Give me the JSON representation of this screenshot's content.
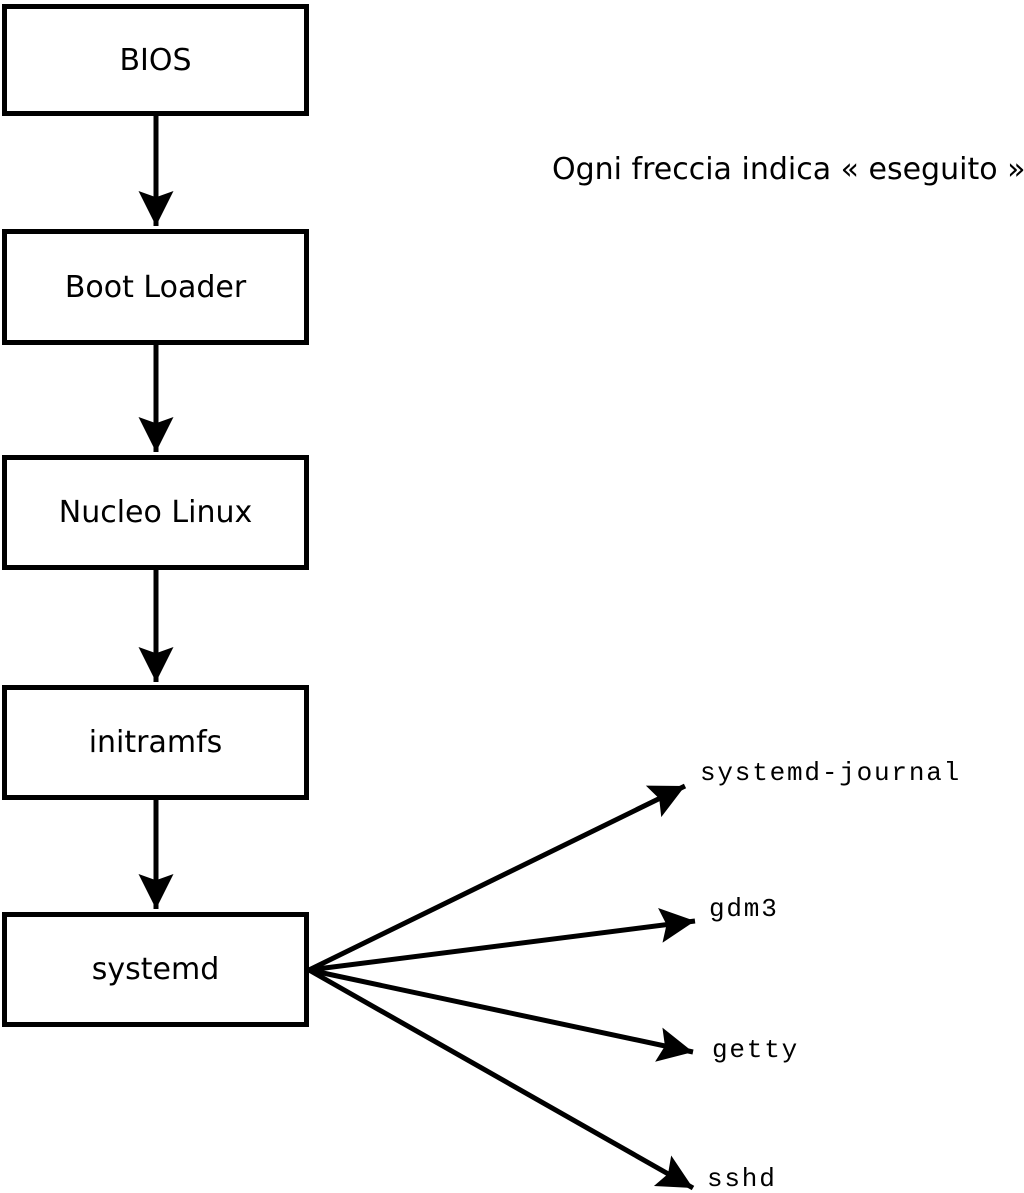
{
  "caption": "Ogni freccia indica « eseguito ».",
  "flow": {
    "boxes": [
      {
        "label": "BIOS"
      },
      {
        "label": "Boot Loader"
      },
      {
        "label": "Nucleo Linux"
      },
      {
        "label": "initramfs"
      },
      {
        "label": "systemd"
      }
    ]
  },
  "services": [
    {
      "label": "systemd-journal"
    },
    {
      "label": "gdm3"
    },
    {
      "label": "getty"
    },
    {
      "label": "sshd"
    }
  ],
  "colors": {
    "line": "#000000",
    "background": "#ffffff",
    "text": "#000000"
  }
}
